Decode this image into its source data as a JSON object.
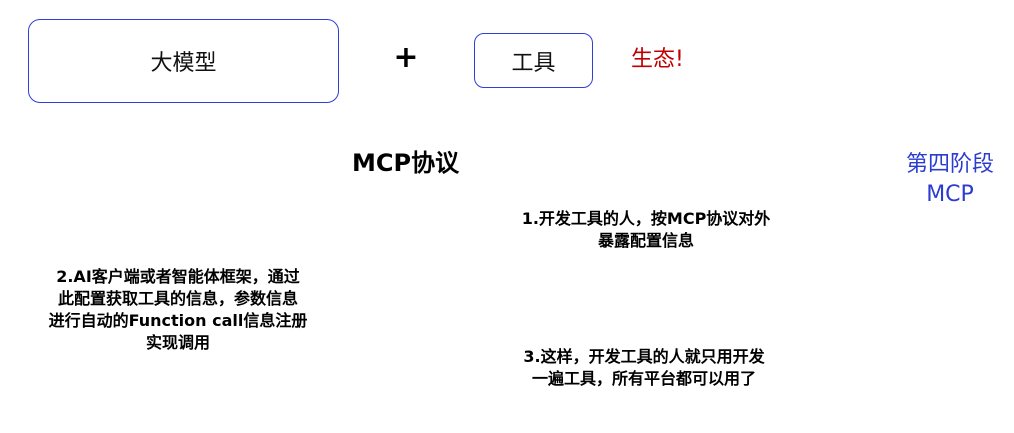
{
  "top_row": {
    "model_box_label": "大模型",
    "plus_sign": "+",
    "tool_box_label": "工具",
    "ecosystem_label": "生态!"
  },
  "title": "MCP协议",
  "stage_label": {
    "line1": "第四阶段",
    "line2": "MCP"
  },
  "notes": [
    {
      "lines": [
        "1.开发工具的人，按MCP协议对外",
        "暴露配置信息"
      ]
    },
    {
      "lines": [
        "2.AI客户端或者智能体框架，通过",
        "此配置获取工具的信息，参数信息",
        "进行自动的Function call信息注册",
        "实现调用"
      ]
    },
    {
      "lines": [
        "3.这样，开发工具的人就只用开发",
        "一遍工具，所有平台都可以用了"
      ]
    }
  ],
  "colors": {
    "box_border": "#2f3fd8",
    "ecosystem_text": "#c00000",
    "stage_text": "#2b3ccf",
    "body_text": "#000000"
  }
}
